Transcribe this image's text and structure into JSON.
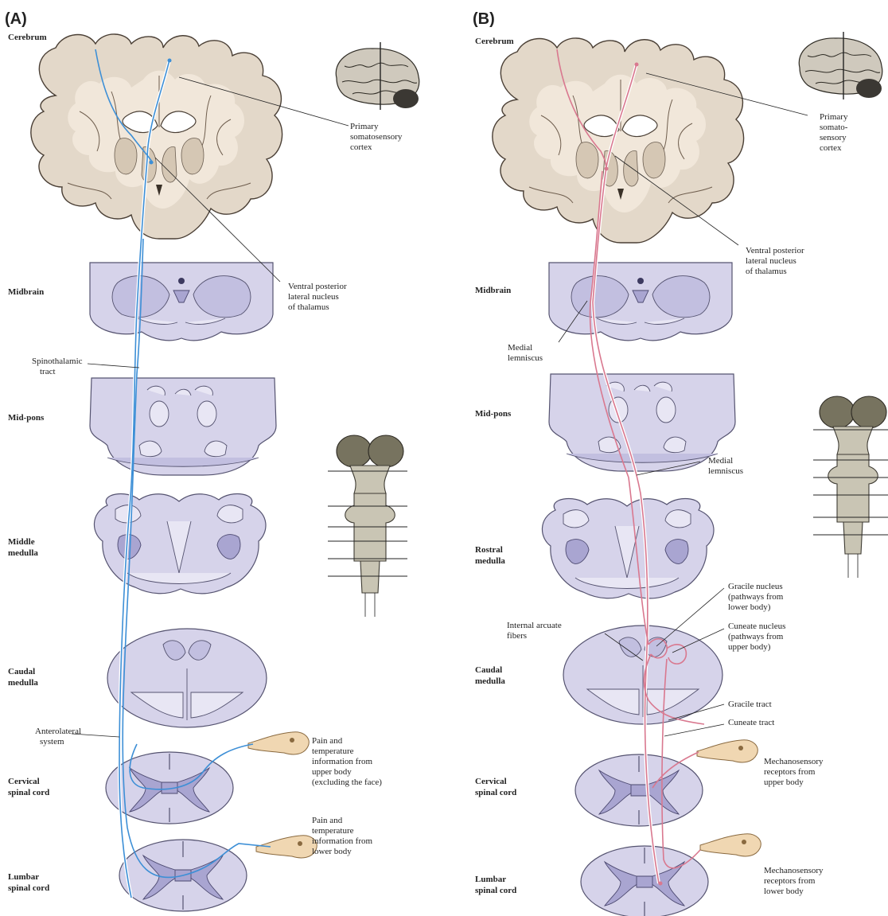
{
  "panel_a": {
    "letter": "(A)",
    "levels": {
      "cerebrum": "Cerebrum",
      "midbrain": "Midbrain",
      "mid_pons": "Mid-pons",
      "middle_medulla": [
        "Middle",
        "medulla"
      ],
      "caudal_medulla": [
        "Caudal",
        "medulla"
      ],
      "cervical": [
        "Cervical",
        "spinal cord"
      ],
      "lumbar": [
        "Lumbar",
        "spinal cord"
      ]
    },
    "labels": {
      "primary_cortex": [
        "Primary",
        "somatosensory",
        "cortex"
      ],
      "vpl": [
        "Ventral posterior",
        "lateral nucleus",
        "of thalamus"
      ],
      "spinothalamic": [
        "Spinothalamic",
        "tract"
      ],
      "anterolateral": [
        "Anterolateral",
        "system"
      ],
      "pain_upper": [
        "Pain and",
        "temperature",
        "information from",
        "upper body",
        "(excluding the face)"
      ],
      "pain_lower": [
        "Pain and",
        "temperature",
        "information from",
        "lower body"
      ]
    }
  },
  "panel_b": {
    "letter": "(B)",
    "levels": {
      "cerebrum": "Cerebrum",
      "midbrain": "Midbrain",
      "mid_pons": "Mid-pons",
      "rostral_medulla": [
        "Rostral",
        "medulla"
      ],
      "caudal_medulla": [
        "Caudal",
        "medulla"
      ],
      "cervical": [
        "Cervical",
        "spinal cord"
      ],
      "lumbar": [
        "Lumbar",
        "spinal cord"
      ]
    },
    "labels": {
      "primary_cortex": [
        "Primary",
        "somato-",
        "sensory",
        "cortex"
      ],
      "vpl": [
        "Ventral posterior",
        "lateral nucleus",
        "of thalamus"
      ],
      "medial_lemniscus_1": [
        "Medial",
        "lemniscus"
      ],
      "medial_lemniscus_2": [
        "Medial",
        "lemniscus"
      ],
      "gracile_nucleus": [
        "Gracile nucleus",
        "(pathways from",
        "lower body)"
      ],
      "internal_arcuate": [
        "Internal arcuate",
        "fibers"
      ],
      "cuneate_nucleus": [
        "Cuneate nucleus",
        "(pathways from",
        "upper body)"
      ],
      "gracile_tract": "Gracile tract",
      "cuneate_tract": "Cuneate tract",
      "mech_upper": [
        "Mechanosensory",
        "receptors from",
        "upper body"
      ],
      "mech_lower": [
        "Mechanosensory",
        "receptors from",
        "lower body"
      ]
    }
  },
  "colors": {
    "anterolateral_pathway": "#3d8fd6",
    "dorsal_column_pathway": "#d9788f",
    "cortex_tan": "#e3d8c9",
    "brainstem_lavender": "#d6d3ea",
    "ganglion_peach": "#f0d7b2"
  },
  "icons": [
    "whole-brain-icon",
    "brainstem-level-icon",
    "dorsal-root-ganglion-icon"
  ]
}
